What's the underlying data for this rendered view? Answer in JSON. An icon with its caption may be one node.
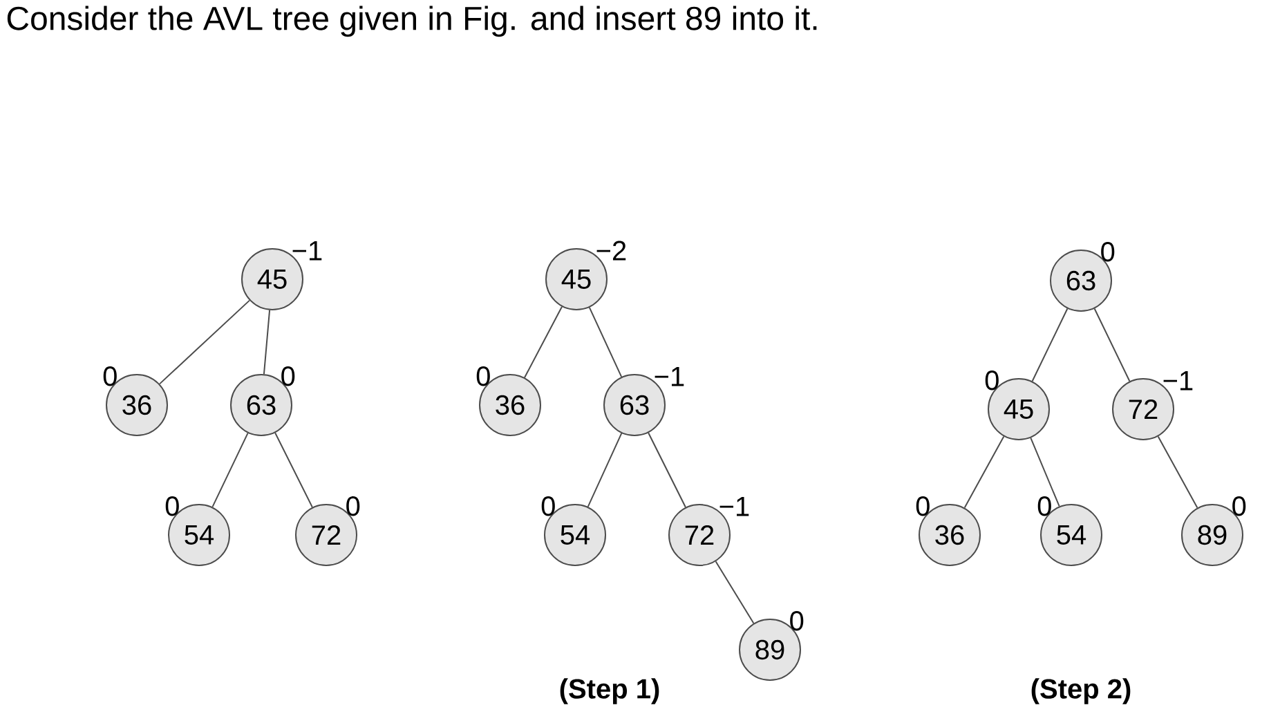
{
  "diagram": {
    "title": "Consider the AVL tree given in Fig. and insert 89 into it.",
    "nodes": [
      {
        "text": [
          "45"
        ],
        "beside": [
          "−1"
        ]
      },
      {
        "text": [
          "36"
        ],
        "beside": [
          "0"
        ]
      },
      {
        "text": [
          "63"
        ],
        "beside": [
          "0"
        ]
      },
      {
        "text": [
          "54"
        ],
        "beside": [
          "0"
        ]
      },
      {
        "text": [
          "72"
        ],
        "beside": [
          "0"
        ]
      },
      {
        "text": [
          "45"
        ],
        "beside": [
          "−2"
        ]
      },
      {
        "text": [
          "36"
        ],
        "beside": [
          "0"
        ]
      },
      {
        "text": [
          "63"
        ],
        "beside": [
          "−1"
        ]
      },
      {
        "text": [
          "54"
        ],
        "beside": [
          "0"
        ]
      },
      {
        "text": [
          "72"
        ],
        "beside": [
          "−1"
        ]
      },
      {
        "text": [
          "89"
        ],
        "beside": [
          "0"
        ]
      },
      {
        "text": [
          "63"
        ],
        "beside": [
          "0"
        ]
      },
      {
        "text": [
          "45"
        ],
        "beside": [
          "0"
        ]
      },
      {
        "text": [
          "72"
        ],
        "beside": [
          "−1"
        ]
      },
      {
        "text": [
          "36"
        ],
        "beside": [
          "0"
        ]
      },
      {
        "text": [
          "54"
        ],
        "beside": [
          "0"
        ]
      },
      {
        "text": [
          "89"
        ],
        "beside": [
          "0"
        ]
      }
    ],
    "edges": [
      {
        "from": 0,
        "to": 1,
        "arrow": "none"
      },
      {
        "from": 0,
        "to": 2,
        "arrow": "none"
      },
      {
        "from": 2,
        "to": 3,
        "arrow": "none"
      },
      {
        "from": 2,
        "to": 4,
        "arrow": "none"
      },
      {
        "from": 5,
        "to": 6,
        "arrow": "none"
      },
      {
        "from": 5,
        "to": 7,
        "arrow": "none"
      },
      {
        "from": 7,
        "to": 8,
        "arrow": "none"
      },
      {
        "from": 7,
        "to": 9,
        "arrow": "none"
      },
      {
        "from": 9,
        "to": 10,
        "arrow": "none"
      },
      {
        "from": 11,
        "to": 12,
        "arrow": "none"
      },
      {
        "from": 11,
        "to": 13,
        "arrow": "none"
      },
      {
        "from": 12,
        "to": 14,
        "arrow": "none"
      },
      {
        "from": 12,
        "to": 15,
        "arrow": "none"
      },
      {
        "from": 13,
        "to": 16,
        "arrow": "none"
      }
    ],
    "labels": [
      "(Step 1)",
      "(Step 2)"
    ]
  }
}
